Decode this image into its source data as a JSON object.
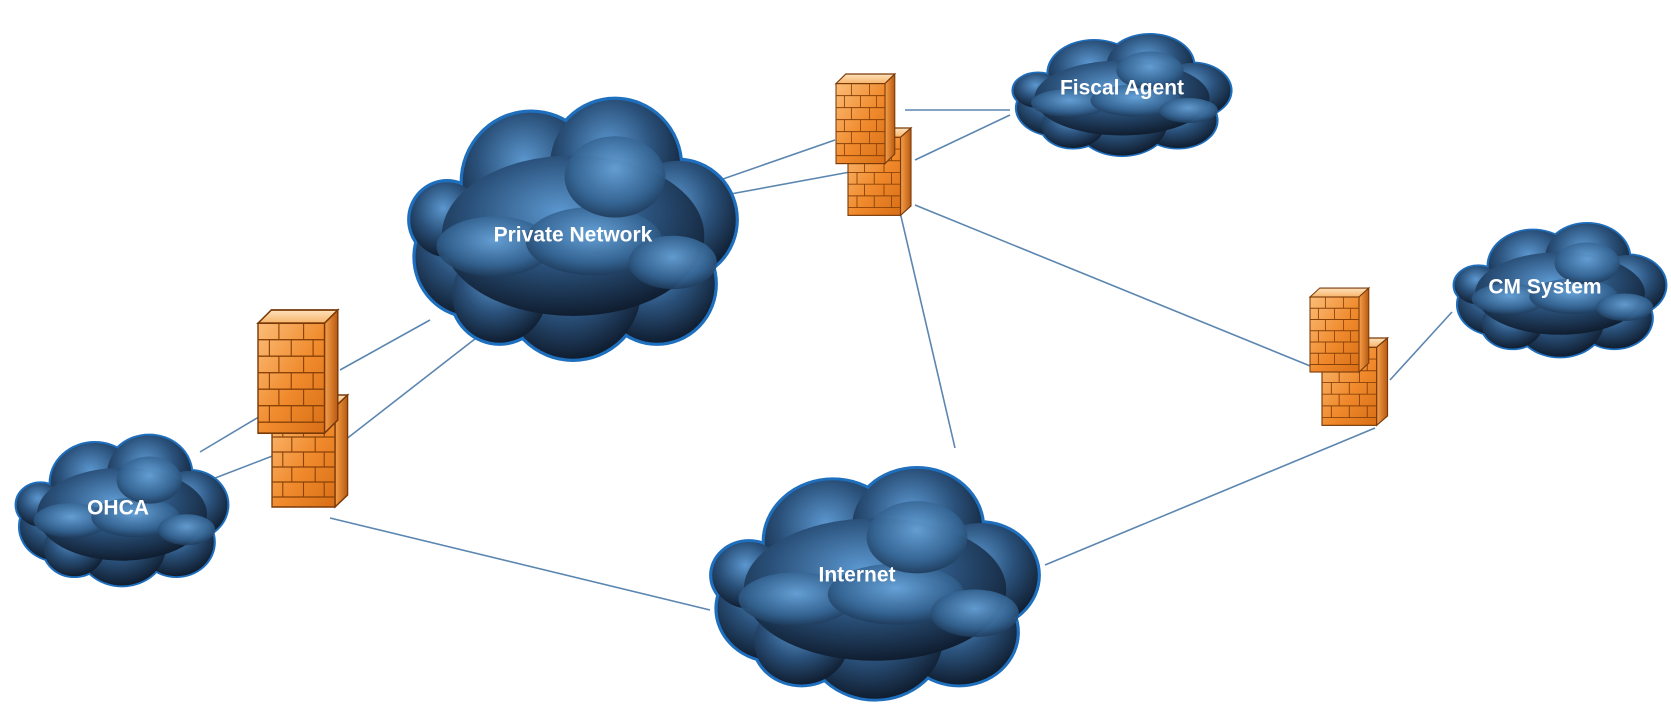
{
  "diagram": {
    "nodes": [
      {
        "id": "private-network",
        "kind": "cloud",
        "label": "Private Network"
      },
      {
        "id": "fiscal-agent",
        "kind": "cloud",
        "label": "Fiscal Agent"
      },
      {
        "id": "cm-system",
        "kind": "cloud",
        "label": "CM System"
      },
      {
        "id": "ohca",
        "kind": "cloud",
        "label": "OHCA"
      },
      {
        "id": "internet",
        "kind": "cloud",
        "label": "Internet"
      },
      {
        "id": "firewall-ohca",
        "kind": "firewall",
        "icon": "firewall-icon"
      },
      {
        "id": "firewall-fiscal",
        "kind": "firewall",
        "icon": "firewall-icon"
      },
      {
        "id": "firewall-cm",
        "kind": "firewall",
        "icon": "firewall-icon"
      }
    ],
    "edges": [
      [
        "ohca",
        "firewall-ohca"
      ],
      [
        "firewall-ohca",
        "private-network"
      ],
      [
        "firewall-ohca",
        "internet"
      ],
      [
        "private-network",
        "firewall-fiscal"
      ],
      [
        "firewall-fiscal",
        "fiscal-agent"
      ],
      [
        "firewall-fiscal",
        "internet"
      ],
      [
        "firewall-fiscal",
        "firewall-cm"
      ],
      [
        "firewall-cm",
        "cm-system"
      ],
      [
        "internet",
        "firewall-cm"
      ]
    ],
    "colors": {
      "cloud_dark": "#0b1626",
      "cloud_mid": "#24476e",
      "cloud_light": "#5b97cf",
      "cloud_outline": "#1f6fbf",
      "firewall_orange": "#f08a2c",
      "firewall_light": "#fbc27f",
      "firewall_dark": "#b85a12",
      "link": "#5b86b0"
    }
  }
}
